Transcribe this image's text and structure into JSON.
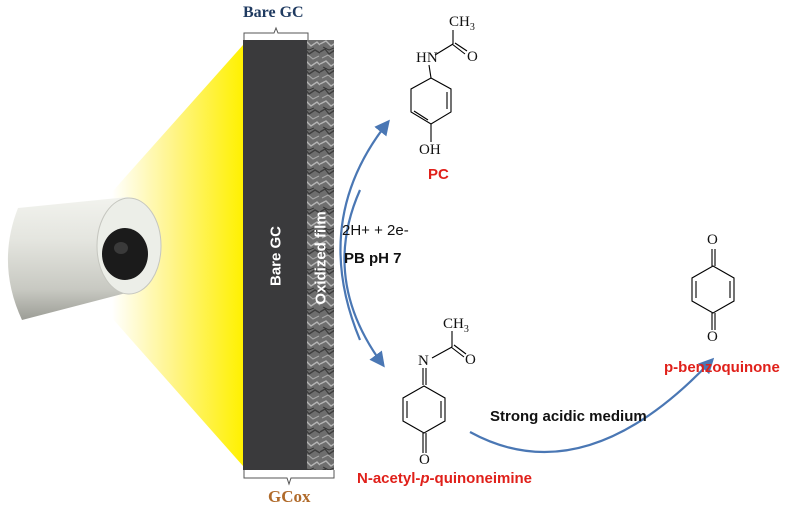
{
  "electrode": {
    "top_label": "Bare GC",
    "bottom_label": "GCox",
    "bar_label": "Bare GC",
    "film_label": "Oxidized film"
  },
  "reaction": {
    "conditions_line1": "2H+ + 2e-",
    "conditions_line2": "PB pH 7",
    "acid_label": "Strong acidic medium"
  },
  "molecules": {
    "pc": {
      "name": "PC",
      "top_group": "CH3",
      "amine": "HN",
      "carbonyl": "O",
      "bottom_group": "OH"
    },
    "napqi": {
      "name_prefix": "N-acetyl-",
      "name_italic": "p",
      "name_suffix": "-quinoneimine",
      "top_group": "CH3",
      "imine": "N",
      "carbonyl": "O",
      "bottom_group": "O"
    },
    "bq": {
      "name": "p-benzoquinone",
      "top_o": "O",
      "bottom_o": "O"
    }
  },
  "colors": {
    "arrow": "#4a77b4",
    "red_text": "#e0201a",
    "navy_text": "#1f3a60",
    "brown_text": "#b06a2a",
    "yellow": "#ffef00"
  }
}
